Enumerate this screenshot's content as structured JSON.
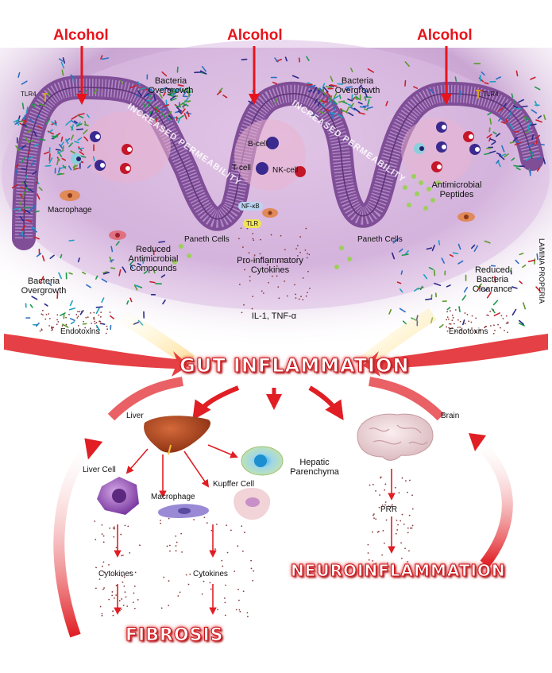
{
  "alcohol_labels": [
    "Alcohol",
    "Alcohol",
    "Alcohol"
  ],
  "receptor_labels": [
    "TLR4",
    "TLR4"
  ],
  "villus_text": [
    "INCREASED PERMEABILITY",
    "INCREASED PERMEABILITY"
  ],
  "gut_labels": {
    "bacteria_overgrowth_top": "Bacteria\nOvergrowth",
    "bacteria_overgrowth_top_mid": "Bacteria\nOvergrowth",
    "b_cell": "B-cell",
    "t_cell": "T-cell",
    "nk_cell": "NK-cell",
    "macrophage": "Macrophage",
    "nf_kb": "NF-κB",
    "tlr": "TLR",
    "antimicrobial_peptides": "Antimicrobial\nPeptides",
    "paneth_cells_left": "Paneth Cells",
    "paneth_cells_right": "Paneth Cells",
    "reduced_antimicrobial": "Reduced\nAntimicrobial\nCompounds",
    "pro_inflammatory": "Pro-inflammatory\nCytokines",
    "reduced_clearance": "Reduced\nBacteria\nClearance",
    "bacteria_overgrowth_left": "Bacteria\nOvergrowth",
    "il1_tnf": "IL-1, TNF-α",
    "endotoxins_left": "Endotoxins",
    "endotoxins_right": "Endotoxins",
    "lamina_propria": "LAMINA PROPERIA"
  },
  "gut_inflammation": "GUT INFLAMMATION",
  "systemic_labels": {
    "liver": "Liver",
    "brain": "Brain",
    "liver_cell": "Liver Cell",
    "hepatic_parenchyma": "Hepatic\nParenchyma",
    "kupffer_cell": "Kupffer Cell",
    "macrophage": "Macrophage",
    "prr": "PRR",
    "cytokines_left": "Cytokines",
    "cytokines_right": "Cytokines"
  },
  "neuroinflammation": "NEUROINFLAMMATION",
  "fibrosis": "FIBROSIS",
  "colors": {
    "alcohol_red": "#e8141b",
    "tissue_purple": "#b58ac8",
    "epithelium": "#9b6bb0",
    "arrow_red": "#e01e24",
    "liver_brown": "#a8431c",
    "brain_pink": "#e8cfd2"
  }
}
